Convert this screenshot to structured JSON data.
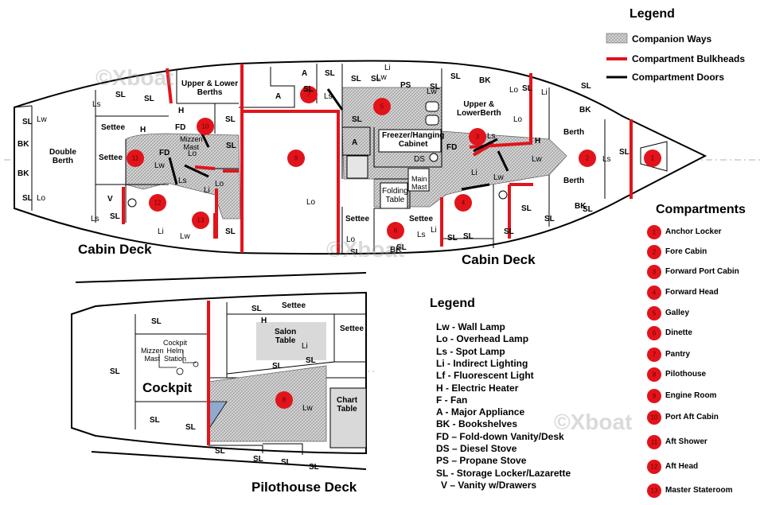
{
  "legend": {
    "title": "Legend",
    "items": [
      {
        "kind": "hatch",
        "label": "Companion Ways"
      },
      {
        "kind": "red-line",
        "label": "Compartment Bulkheads"
      },
      {
        "kind": "black-line",
        "label": "Compartment Doors"
      }
    ],
    "colors": {
      "bulkhead": "#e2141b",
      "door": "#000000",
      "hatch": "#bfbfbf"
    }
  },
  "deck_labels": {
    "cabin_left": "Cabin Deck",
    "cabin_right": "Cabin Deck",
    "pilothouse": "Pilothouse Deck",
    "cockpit": "Cockpit"
  },
  "abbreviations": {
    "title": "Legend",
    "items": [
      "Lw - Wall Lamp",
      "Lo - Overhead Lamp",
      "Ls - Spot Lamp",
      "Li - Indirect Lighting",
      "Lf - Fluorescent Light",
      "H - Electric Heater",
      "F - Fan",
      "A - Major Appliance",
      "BK - Bookshelves",
      "FD – Fold-down Vanity/Desk",
      "DS – Diesel Stove",
      "PS – Propane Stove",
      "SL - Storage Locker/Lazarette",
      "V – Vanity w/Drawers"
    ]
  },
  "compartments": {
    "title": "Compartments",
    "items": [
      {
        "n": "1",
        "label": "Anchor Locker"
      },
      {
        "n": "2",
        "label": "Fore Cabin"
      },
      {
        "n": "3",
        "label": "Forward Port Cabin"
      },
      {
        "n": "4",
        "label": "Forward Head"
      },
      {
        "n": "5",
        "label": "Galley"
      },
      {
        "n": "6",
        "label": "Dinette"
      },
      {
        "n": "7",
        "label": "Pantry"
      },
      {
        "n": "8",
        "label": "Pilothouse"
      },
      {
        "n": "9",
        "label": "Engine Room"
      },
      {
        "n": "10",
        "label": "Port Aft Cabin"
      },
      {
        "n": "11",
        "label": "Aft Shower"
      },
      {
        "n": "12",
        "label": "Aft Head"
      },
      {
        "n": "13",
        "label": "Master Stateroom"
      }
    ]
  },
  "cabin_texts": {
    "double_berth": "Double\nBerth",
    "upper_lower_aft": "Upper & Lower\nBerths",
    "upper_lower_fwd": "Upper &\nLowerBerth",
    "berth1": "Berth",
    "berth2": "Berth",
    "settee_a": "Settee",
    "settee_b": "Settee",
    "settee_c": "Settee",
    "settee_d": "Settee",
    "freezer": "Freezer/Hanging\nCabinet",
    "folding_table": "Folding\nTable",
    "main_mast": "Main\nMast",
    "mizzen_mast": "Mizzen\nMast",
    "ds": "DS",
    "fd1": "FD",
    "fd2": "FD",
    "fd3": "FD",
    "sl": "SL",
    "bk": "BK",
    "a": "A",
    "ps": "PS",
    "h": "H",
    "v": "V",
    "lw": "Lw",
    "lo": "Lo",
    "ls": "Ls",
    "li": "Li"
  },
  "pilothouse_texts": {
    "salon_table": "Salon\nTable",
    "chart_table": "Chart\nTable",
    "settee": "Settee",
    "helm": "Cockpit\nHelm\nStation",
    "mizzen": "Mizzen\nMast"
  },
  "watermark": "©Xboat"
}
